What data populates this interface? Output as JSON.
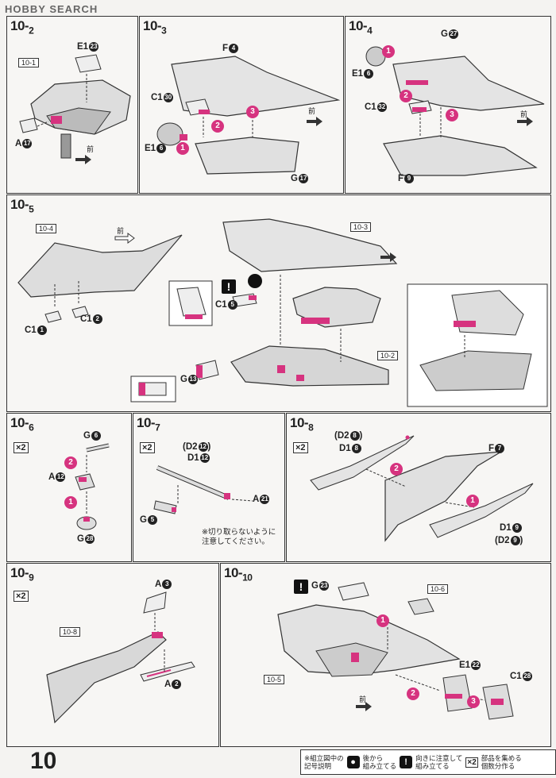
{
  "header": {
    "brand": "HOBBY SEARCH"
  },
  "page_number": "10",
  "front_label": "前",
  "steps": {
    "s10_2": {
      "id_main": "10",
      "id_sub": "2",
      "ref": "10-1",
      "parts": [
        {
          "code": "E1",
          "num": "23"
        },
        {
          "code": "A",
          "num": "17"
        }
      ]
    },
    "s10_3": {
      "id_main": "10",
      "id_sub": "3",
      "parts": [
        {
          "code": "F",
          "num": "4"
        },
        {
          "code": "C1",
          "num": "30"
        },
        {
          "code": "E1",
          "num": "6"
        },
        {
          "code": "G",
          "num": "17"
        }
      ]
    },
    "s10_4": {
      "id_main": "10",
      "id_sub": "4",
      "parts": [
        {
          "code": "G",
          "num": "27"
        },
        {
          "code": "E1",
          "num": "6"
        },
        {
          "code": "C1",
          "num": "32"
        },
        {
          "code": "F",
          "num": "9"
        }
      ]
    },
    "s10_5": {
      "id_main": "10",
      "id_sub": "5",
      "refs": [
        "10-4",
        "10-3",
        "10-2"
      ],
      "parts": [
        {
          "code": "C1",
          "num": "1"
        },
        {
          "code": "C1",
          "num": "2"
        },
        {
          "code": "C1",
          "num": "5"
        },
        {
          "code": "G",
          "num": "13"
        }
      ]
    },
    "s10_6": {
      "id_main": "10",
      "id_sub": "6",
      "multiplier": "×2",
      "parts": [
        {
          "code": "G",
          "num": "6"
        },
        {
          "code": "A",
          "num": "12"
        },
        {
          "code": "G",
          "num": "28"
        }
      ]
    },
    "s10_7": {
      "id_main": "10",
      "id_sub": "7",
      "multiplier": "×2",
      "parts": [
        {
          "code": "(D2",
          "num": "12"
        },
        {
          "code": "D1",
          "num": "12"
        },
        {
          "code": "A",
          "num": "21"
        },
        {
          "code": "G",
          "num": "5"
        }
      ],
      "note_line1": "※切り取らないように",
      "note_line2": "注意してください。"
    },
    "s10_8": {
      "id_main": "10",
      "id_sub": "8",
      "multiplier": "×2",
      "parts": [
        {
          "code": "(D2",
          "num": "8"
        },
        {
          "code": "D1",
          "num": "8"
        },
        {
          "code": "F",
          "num": "7"
        },
        {
          "code": "D1",
          "num": "9"
        },
        {
          "code": "(D2",
          "num": "9"
        }
      ]
    },
    "s10_9": {
      "id_main": "10",
      "id_sub": "9",
      "multiplier": "×2",
      "ref": "10-8",
      "parts": [
        {
          "code": "A",
          "num": "3"
        },
        {
          "code": "A",
          "num": "2"
        }
      ]
    },
    "s10_10": {
      "id_main": "10",
      "id_sub": "10",
      "refs": [
        "10-6",
        "10-5"
      ],
      "parts": [
        {
          "code": "G",
          "num": "23"
        },
        {
          "code": "E1",
          "num": "22"
        },
        {
          "code": "C1",
          "num": "28"
        }
      ]
    }
  },
  "legend": {
    "title_line1": "※組立図中の",
    "title_line2": "記号説明",
    "item1_line1": "後から",
    "item1_line2": "組み立てる",
    "item2_line1": "向きに注意して",
    "item2_line2": "組み立てる",
    "item3_icon": "×2",
    "item3_line1": "部品を集める",
    "item3_line2": "個数分作る"
  },
  "colors": {
    "accent": "#d6337f",
    "ink": "#222222",
    "panel": "#f7f6f4"
  }
}
